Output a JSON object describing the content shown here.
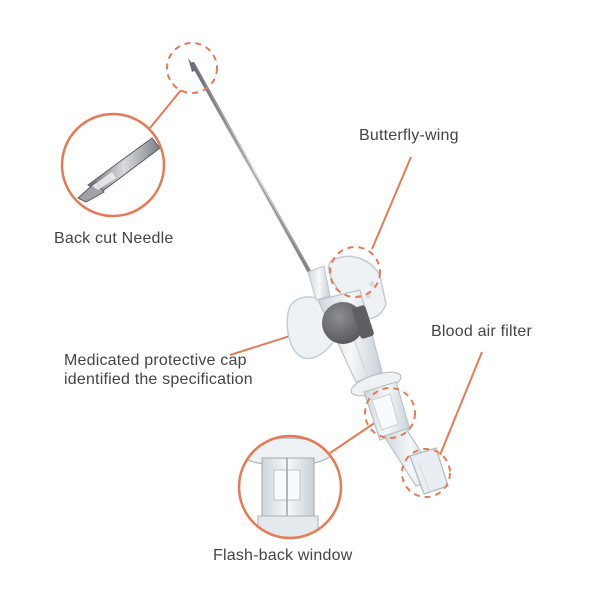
{
  "colors": {
    "accent": "#e67a55",
    "label_text": "#444444",
    "cap": "#6d6e73",
    "plastic": "#e3e8ec",
    "needle": "#8c8f94"
  },
  "labels": {
    "back_cut_needle": "Back cut Needle",
    "butterfly_wing": "Butterfly-wing",
    "blood_air_filter": "Blood air filter",
    "protective_cap": "Medicated protective cap\nidentified the specification",
    "flash_back_window": "Flash-back window"
  }
}
